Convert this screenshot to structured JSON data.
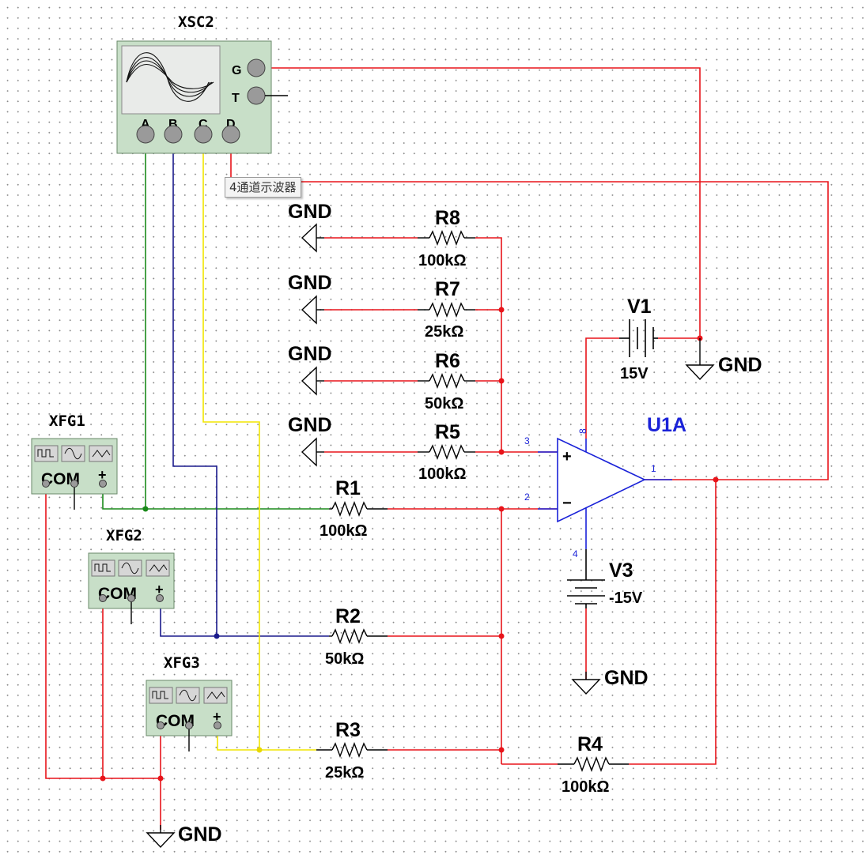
{
  "oscilloscope": {
    "name": "XSC2",
    "channels": [
      "A",
      "B",
      "C",
      "D"
    ],
    "side_terminals": [
      "G",
      "T"
    ],
    "tooltip": "4通道示波器"
  },
  "function_generators": [
    {
      "name": "XFG1",
      "com_label": "COM",
      "plus_label": "+"
    },
    {
      "name": "XFG2",
      "com_label": "COM",
      "plus_label": "+"
    },
    {
      "name": "XFG3",
      "com_label": "COM",
      "plus_label": "+"
    }
  ],
  "resistors": {
    "R1": {
      "name": "R1",
      "value": "100kΩ"
    },
    "R2": {
      "name": "R2",
      "value": "50kΩ"
    },
    "R3": {
      "name": "R3",
      "value": "25kΩ"
    },
    "R4": {
      "name": "R4",
      "value": "100kΩ"
    },
    "R5": {
      "name": "R5",
      "value": "100kΩ"
    },
    "R6": {
      "name": "R6",
      "value": "50kΩ"
    },
    "R7": {
      "name": "R7",
      "value": "25kΩ"
    },
    "R8": {
      "name": "R8",
      "value": "100kΩ"
    }
  },
  "sources": {
    "V1": {
      "name": "V1",
      "value": "15V"
    },
    "V3": {
      "name": "V3",
      "value": "-15V"
    }
  },
  "opamp": {
    "name": "U1A",
    "plus": "+",
    "minus": "−",
    "pins": {
      "in_plus": "3",
      "in_minus": "2",
      "out": "1",
      "vcc": "8",
      "vee": "4"
    }
  },
  "ground_label": "GND",
  "colors": {
    "wire_red": "#e8141a",
    "wire_green": "#1a8a1a",
    "wire_blue": "#1a1a8c",
    "wire_yellow": "#f2e600",
    "instrument_fill": "#c8dfc8",
    "label_blue": "#1a22d8"
  }
}
